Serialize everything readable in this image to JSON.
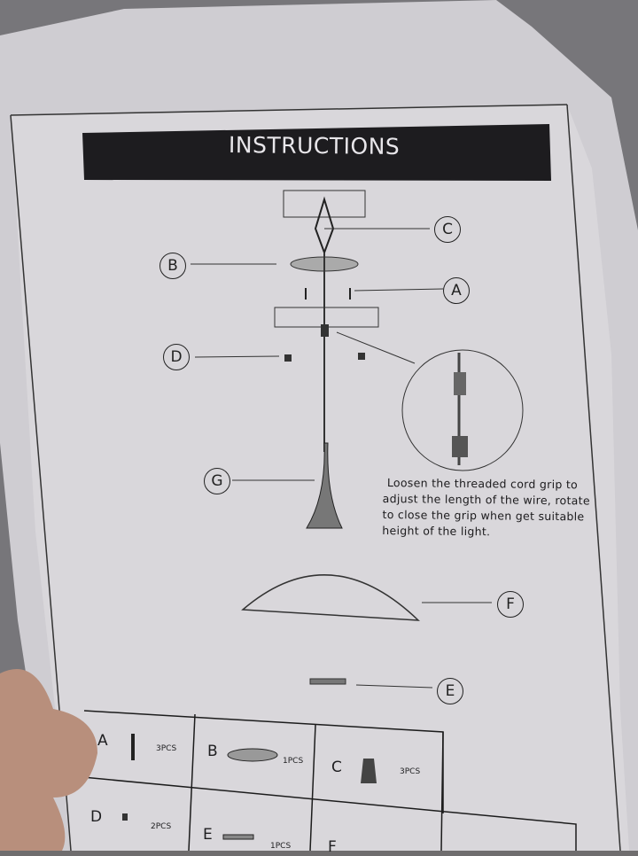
{
  "header": {
    "title": "INSTRUCTIONS"
  },
  "callouts": {
    "a": "A",
    "b": "B",
    "c": "C",
    "d": "D",
    "e": "E",
    "f": "F",
    "g": "G"
  },
  "note": {
    "line1": "Loosen the threaded cord grip to",
    "line2": "adjust the length of the wire, rotate",
    "line3": "to close the grip when get suitable",
    "line4": "height of the light."
  },
  "parts": [
    {
      "letter": "A",
      "qty": "3PCS"
    },
    {
      "letter": "B",
      "qty": "1PCS"
    },
    {
      "letter": "C",
      "qty": "3PCS"
    },
    {
      "letter": "D",
      "qty": "2PCS"
    },
    {
      "letter": "E",
      "qty": "1PCS"
    },
    {
      "letter": "F",
      "qty": ""
    }
  ],
  "colors": {
    "paper": "#d6d4d8",
    "banner": "#1d1c1f",
    "background": "#6f6d6e"
  }
}
